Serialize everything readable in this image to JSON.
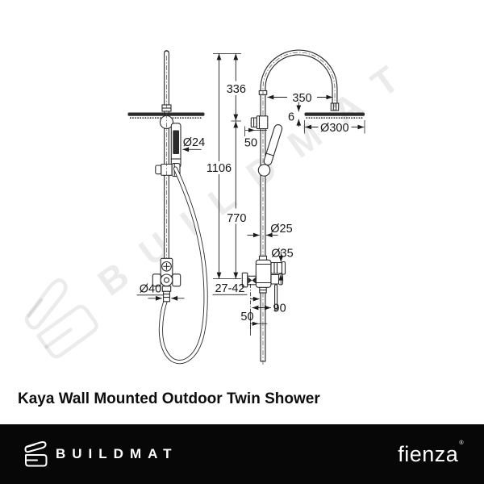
{
  "watermark": {
    "text": "BUILDMAT"
  },
  "diagram": {
    "dimensions": {
      "upper_height": "336",
      "arm_reach": "350",
      "head_thickness": "6",
      "head_diameter": "Ø300",
      "overall_height": "1106",
      "holder_offset": "50",
      "lower_height": "770",
      "handpiece_diameter": "Ø24",
      "riser_diameter": "Ø25",
      "diverter_diameter": "Ø35",
      "wall_distance_range": "27-42",
      "outlet_diameter": "Ø40",
      "outlet_projection": "90",
      "inlet_offset": "50"
    }
  },
  "product": {
    "title": "Kaya Wall Mounted Outdoor Twin Shower"
  },
  "footer": {
    "brand": "BUILDMAT",
    "partner_brand": "fienza",
    "partner_brand_mark": "®"
  }
}
